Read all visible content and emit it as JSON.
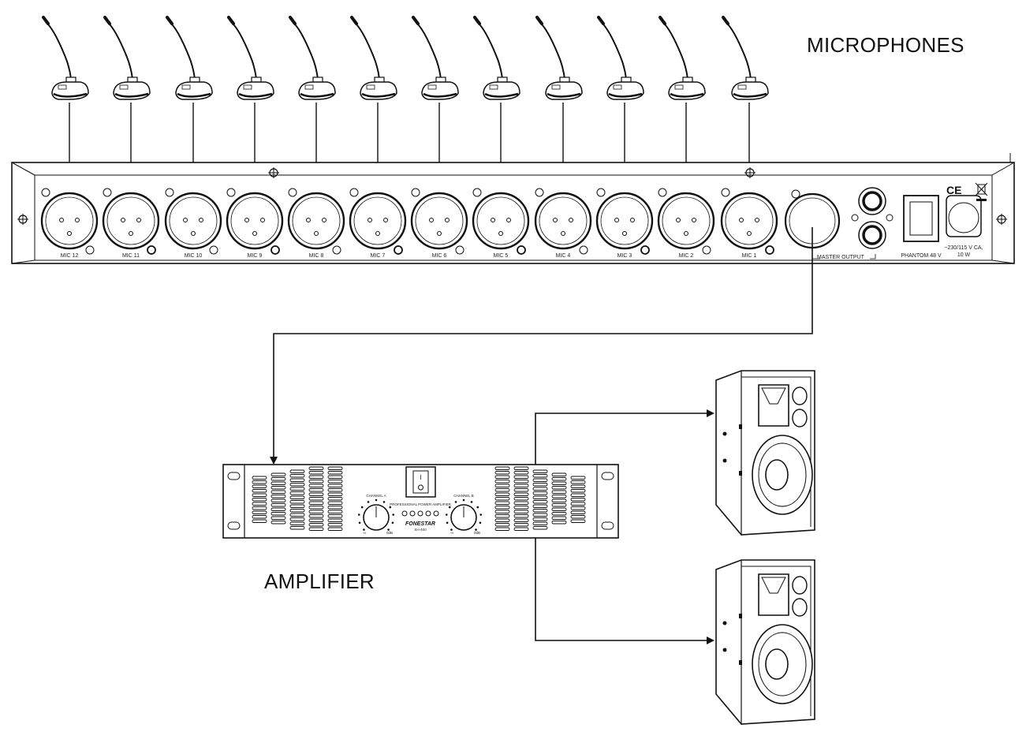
{
  "labels": {
    "microphones": "MICROPHONES",
    "amplifier": "AMPLIFIER"
  },
  "mixer": {
    "channels": [
      "MIC 12",
      "MIC 11",
      "MIC 10",
      "MIC 9",
      "MIC 8",
      "MIC 7",
      "MIC 6",
      "MIC 5",
      "MIC 4",
      "MIC 3",
      "MIC 2",
      "MIC 1"
    ],
    "master_output": "MASTER OUTPUT",
    "phantom": "PHANTOM 48 V",
    "power_line1": "~230/115 V CA,",
    "power_line2": "10 W",
    "ce_mark": "CE"
  },
  "amplifier_panel": {
    "channel_a": "CHANNEL A",
    "channel_b": "CHANNEL B",
    "model_line": "PROFESSIONAL POWER AMPLIFIER",
    "brand": "FONESTAR",
    "model": "SH-400",
    "power_symbol": "I",
    "knob_min": "-∞",
    "knob_max": "0dB"
  },
  "colors": {
    "ink": "#111111",
    "background": "#ffffff"
  }
}
